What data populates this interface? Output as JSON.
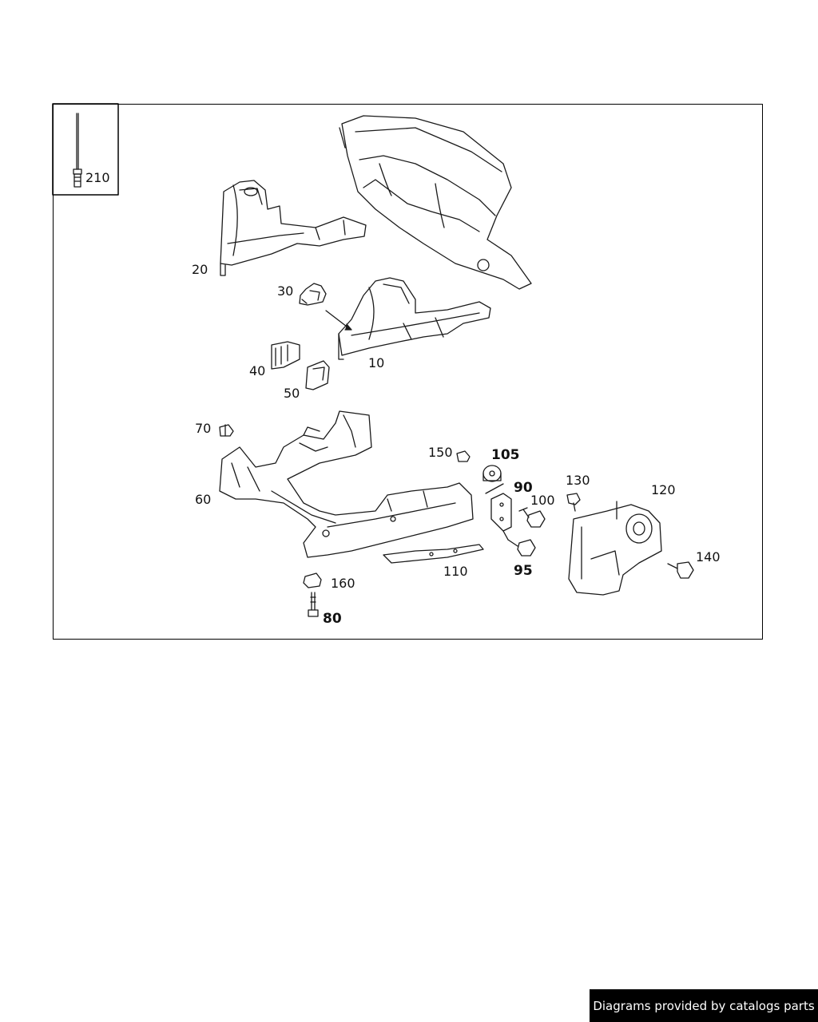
{
  "labels": {
    "p10": "10",
    "p20": "20",
    "p30": "30",
    "p40": "40",
    "p50": "50",
    "p60": "60",
    "p70": "70",
    "p80": "80",
    "p90": "90",
    "p95": "95",
    "p100": "100",
    "p105": "105",
    "p110": "110",
    "p120": "120",
    "p130": "130",
    "p140": "140",
    "p150": "150",
    "p160": "160",
    "p210": "210"
  },
  "footer": {
    "text": "Diagrams provided by catalogs parts"
  }
}
